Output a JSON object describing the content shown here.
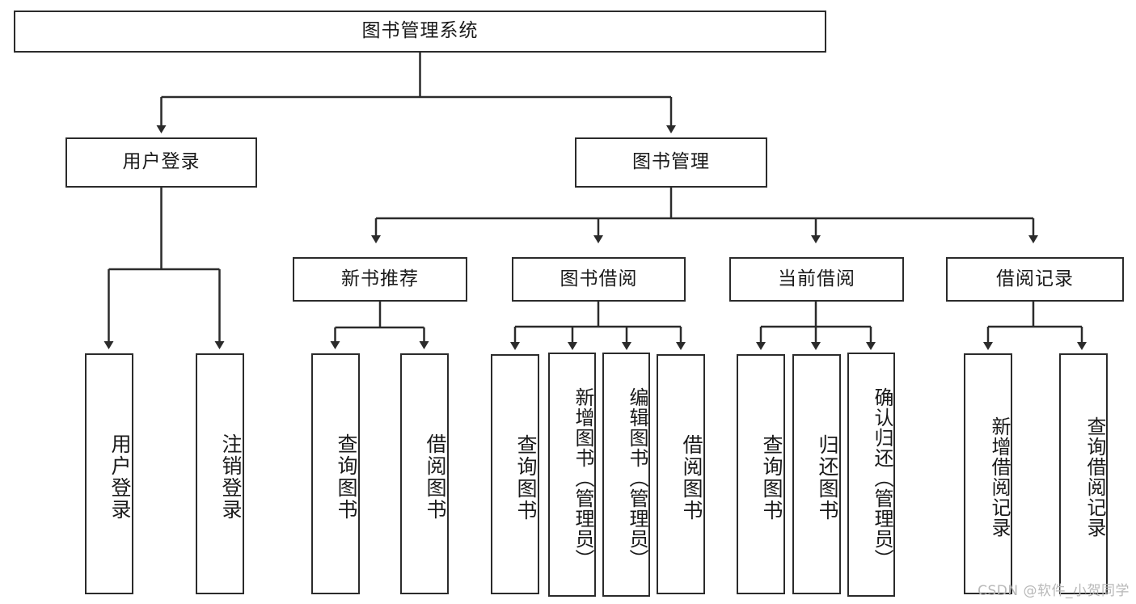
{
  "diagram": {
    "type": "tree-hierarchy",
    "title": "图书管理系统",
    "levels": 4,
    "root": {
      "label": "图书管理系统"
    },
    "level2": [
      {
        "label": "用户登录"
      },
      {
        "label": "图书管理"
      }
    ],
    "level3": [
      {
        "label": "新书推荐"
      },
      {
        "label": "图书借阅"
      },
      {
        "label": "当前借阅"
      },
      {
        "label": "借阅记录"
      }
    ],
    "leaves_user_login": [
      {
        "label": "用户登录"
      },
      {
        "label": "注销登录"
      }
    ],
    "leaves_new_book": [
      {
        "label": "查询图书"
      },
      {
        "label": "借阅图书"
      }
    ],
    "leaves_borrow": [
      {
        "label": "查询图书"
      },
      {
        "label": "新增图书（管理员）"
      },
      {
        "label": "编辑图书（管理员）"
      },
      {
        "label": "借阅图书"
      }
    ],
    "leaves_current": [
      {
        "label": "查询图书"
      },
      {
        "label": "归还图书"
      },
      {
        "label": "确认归还（管理员）"
      }
    ],
    "leaves_record": [
      {
        "label": "新增借阅记录"
      },
      {
        "label": "查询借阅记录"
      }
    ]
  },
  "watermark": {
    "text": "CSDN @软件_小贺同学"
  },
  "colors": {
    "stroke": "#2b2b2b",
    "fill": "#ffffff",
    "text": "#1a1a1a",
    "watermark": "#b8b8b8"
  }
}
